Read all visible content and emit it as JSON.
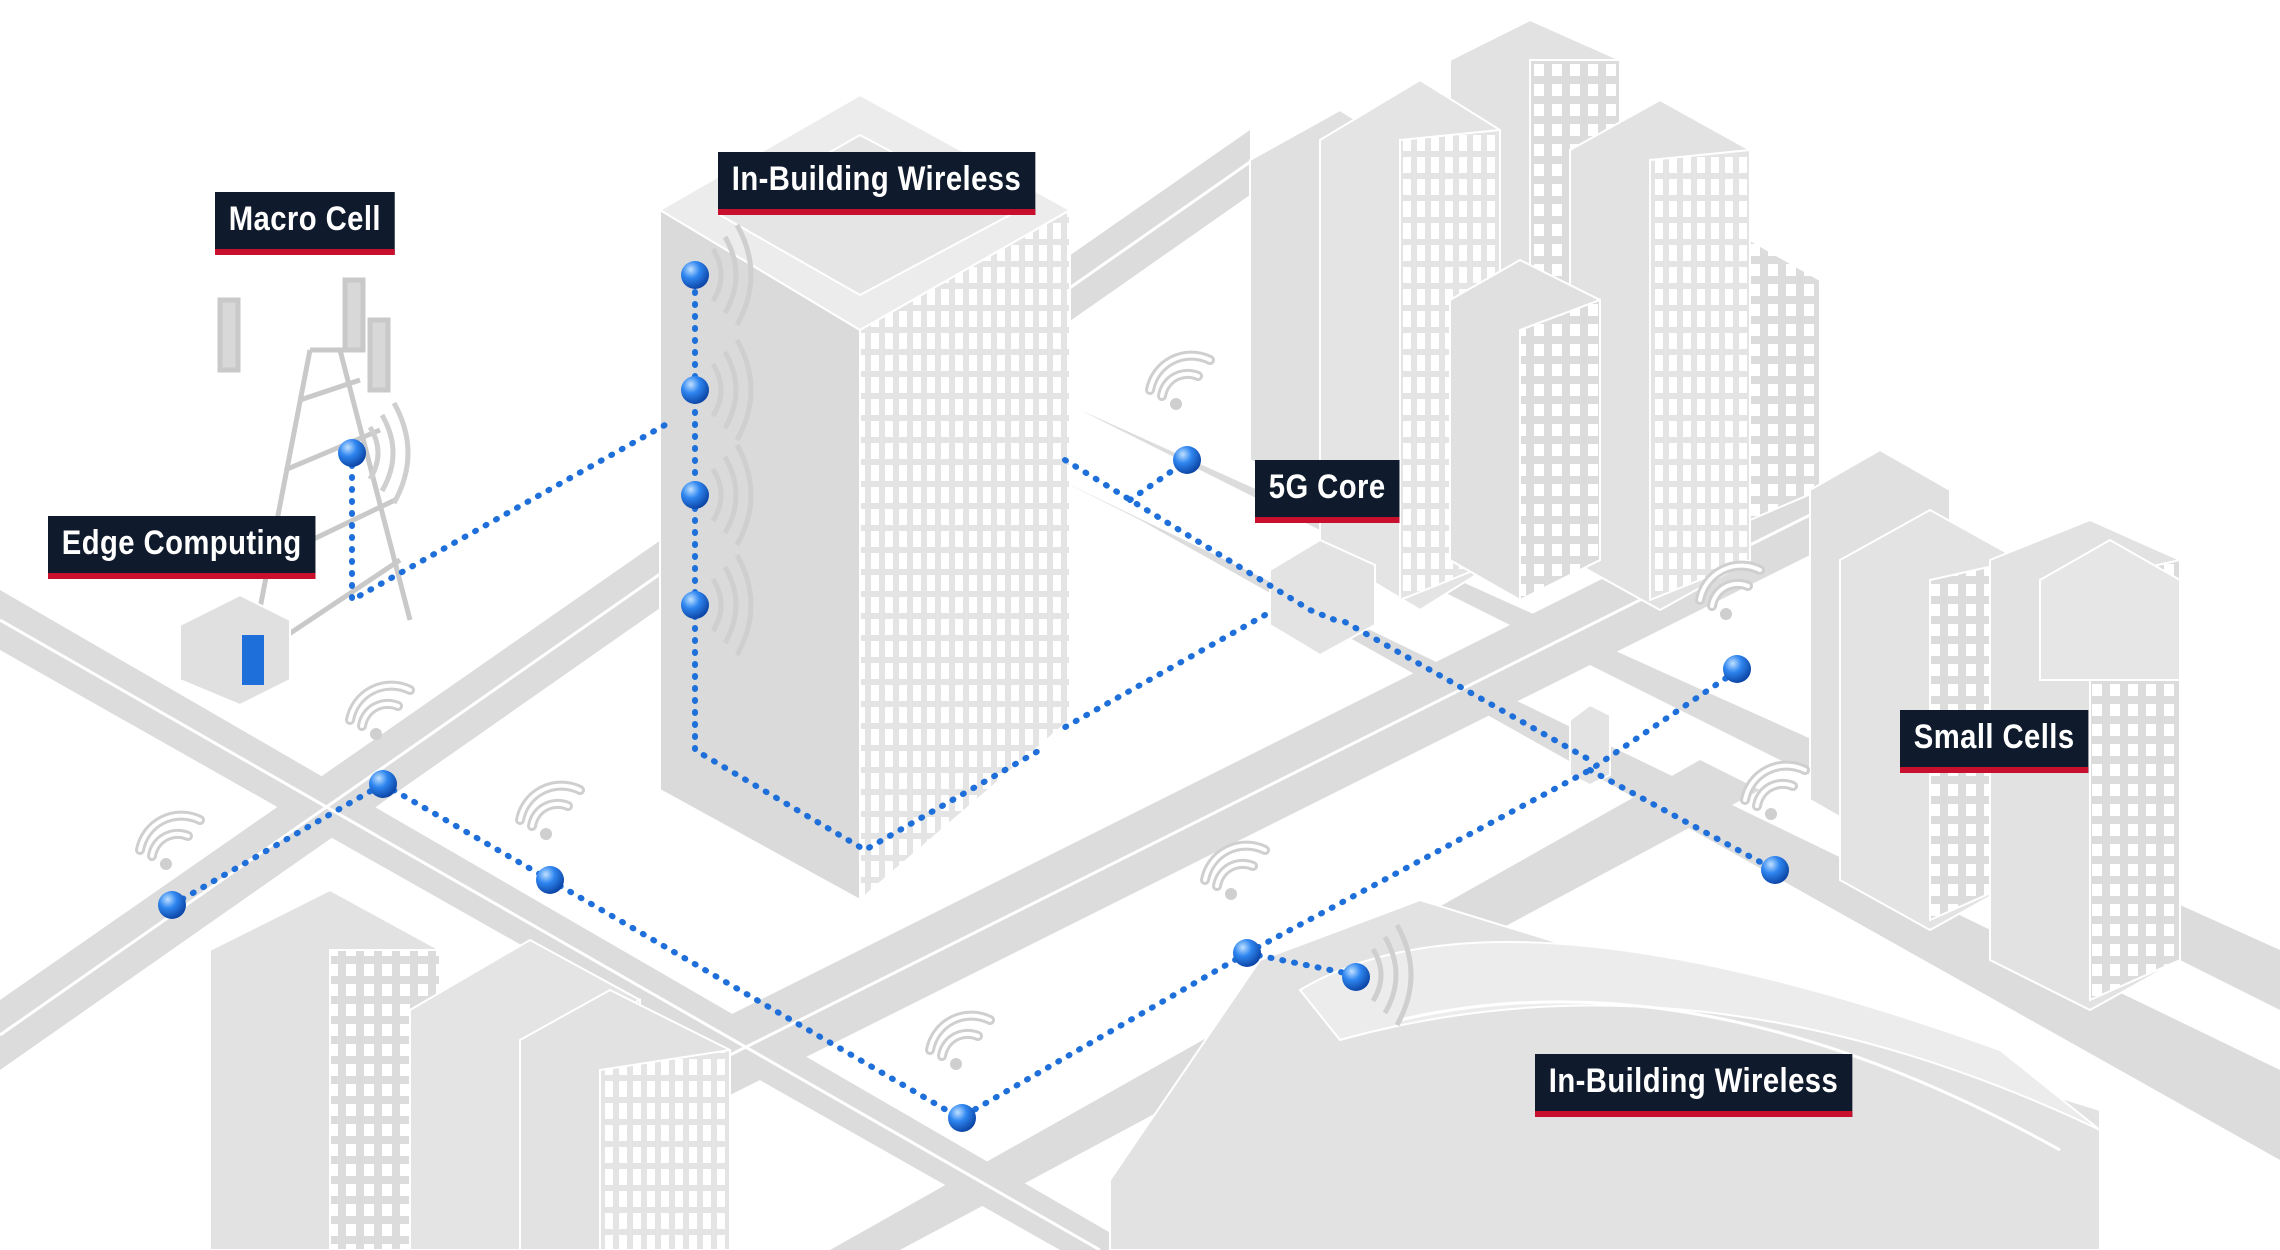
{
  "labels": {
    "macro_cell": "Macro Cell",
    "edge_computing": "Edge Computing",
    "in_building_wireless_top": "In-Building Wireless",
    "five_g_core": "5G Core",
    "small_cells": "Small Cells",
    "in_building_wireless_bottom": "In-Building Wireless"
  },
  "colors": {
    "background": "#ffffff",
    "road": "#d9d9d9",
    "building": "#e4e4e4",
    "building_stroke": "#ffffff",
    "link": "#1e6fd9",
    "node": "#1e6fd9",
    "label_bg": "#0f1b2d",
    "label_text": "#ffffff",
    "label_accent": "#c8102e"
  },
  "icons": {
    "node": "blue-sphere-node",
    "wireless": "wifi-signal-icon",
    "antenna": "radio-waves-icon",
    "tower": "macro-cell-tower",
    "edge": "edge-computing-box",
    "core": "5g-core-box"
  }
}
